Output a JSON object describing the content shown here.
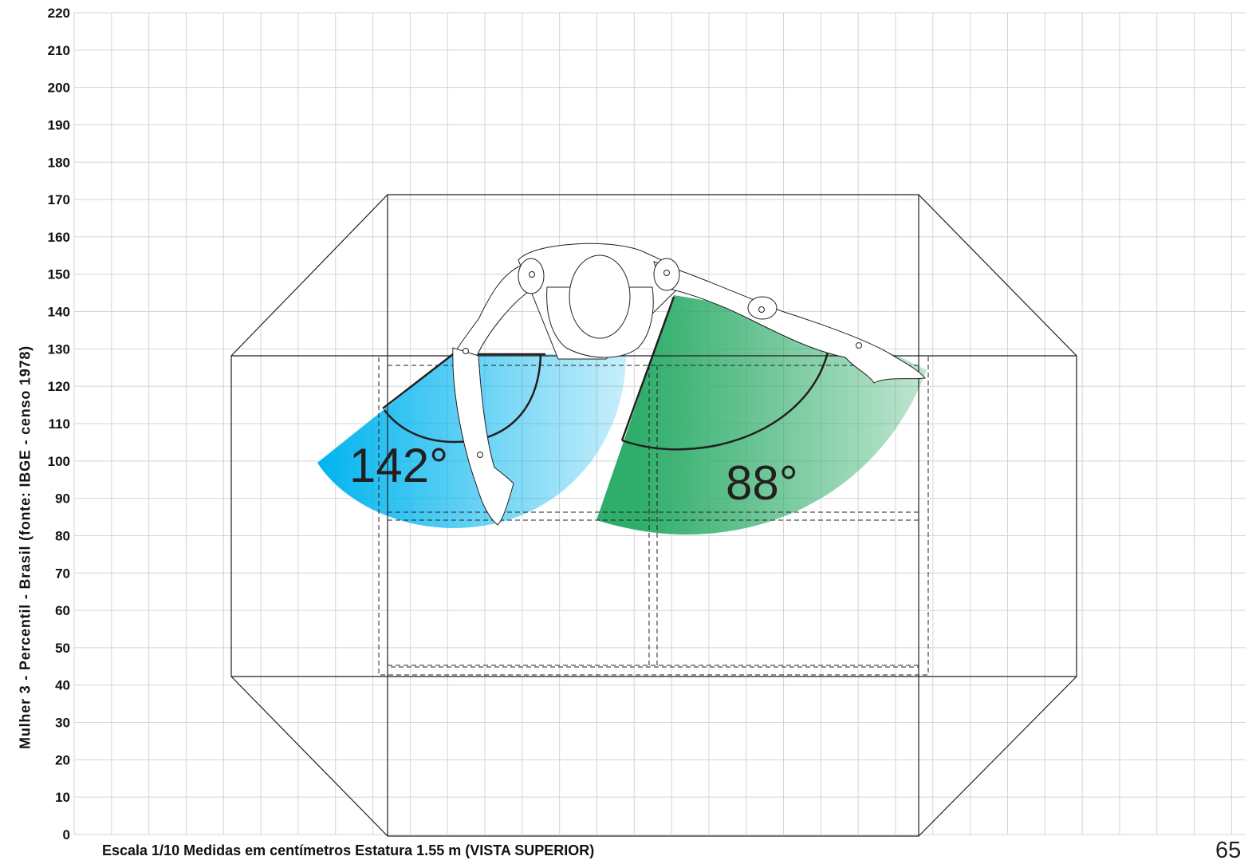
{
  "axis": {
    "y_label": "Mulher 3 - Percentil - Brasil (fonte: IBGE - censo 1978)",
    "y_ticks": [
      "0",
      "10",
      "20",
      "30",
      "40",
      "50",
      "60",
      "70",
      "80",
      "90",
      "100",
      "110",
      "120",
      "130",
      "140",
      "150",
      "160",
      "170",
      "180",
      "190",
      "200",
      "210",
      "220"
    ],
    "unit": "cm",
    "y_range": [
      0,
      220
    ]
  },
  "angles": {
    "left": "142°",
    "right": "88°"
  },
  "footer": {
    "caption": "Escala 1/10 Medidas em centímetros Estatura 1.55 m (VISTA SUPERIOR)",
    "page_number": "65"
  },
  "colors": {
    "left_sector": "#00b4ee",
    "right_sector": "#2fad6a",
    "grid": "#d4d4d4",
    "lines": "#231f20"
  }
}
